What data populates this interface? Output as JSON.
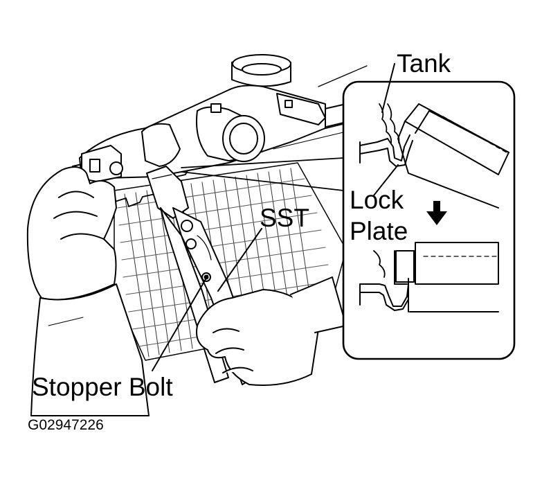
{
  "figure": {
    "labels": {
      "tank": "Tank",
      "lock": "Lock",
      "plate": "Plate",
      "sst": "SST",
      "stopper_bolt": "Stopper Bolt"
    },
    "figure_code": "G02947226",
    "colors": {
      "ink": "#000000",
      "paper": "#ffffff"
    }
  }
}
